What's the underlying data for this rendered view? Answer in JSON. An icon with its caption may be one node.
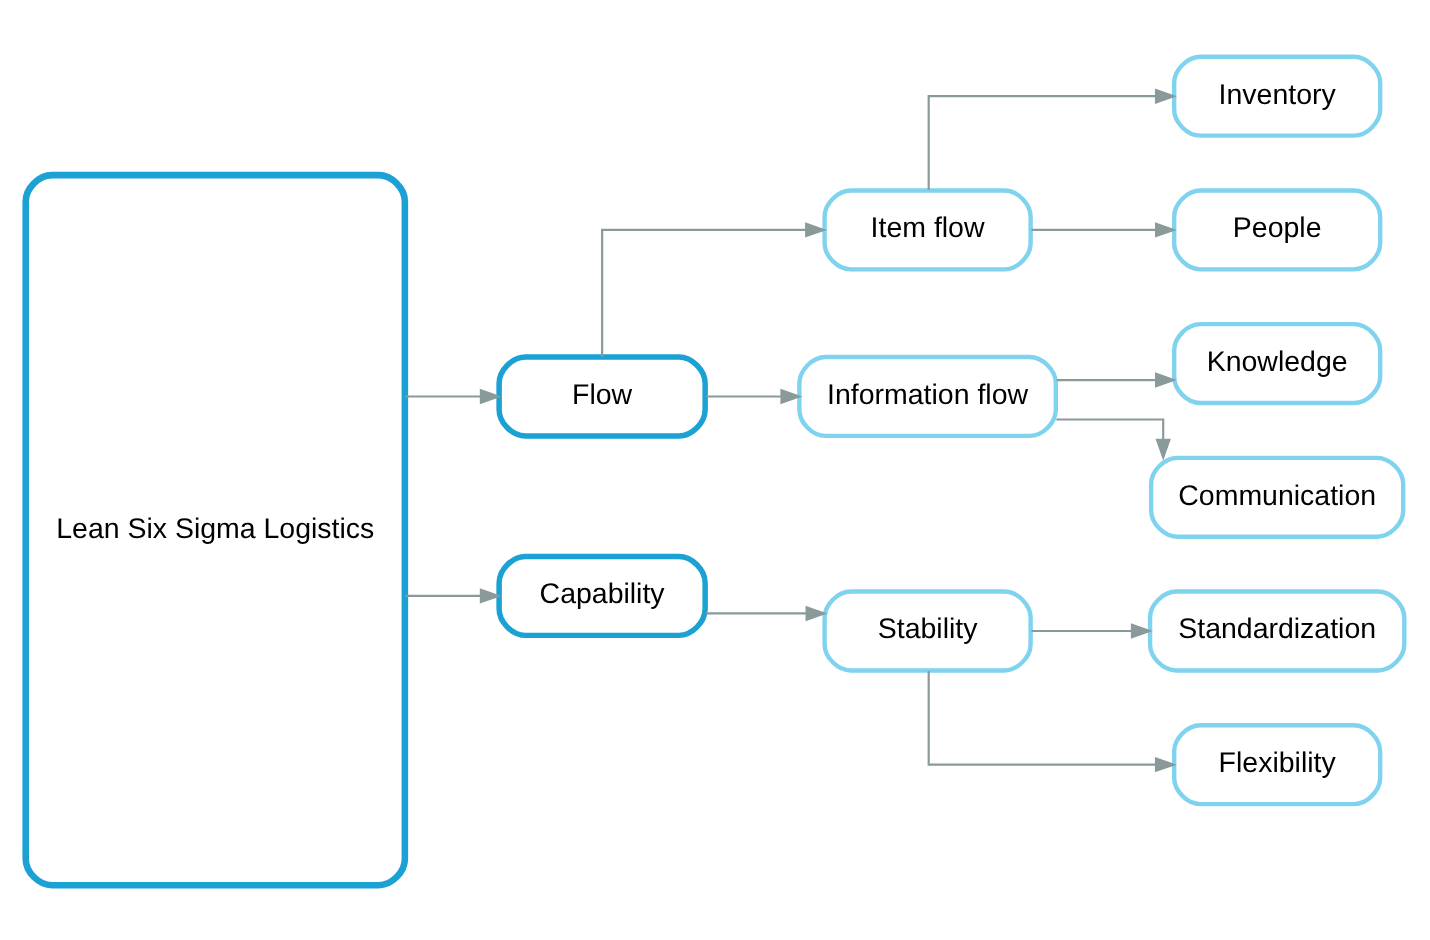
{
  "diagram": {
    "nodes": [
      {
        "text": [
          "Lean Six Sigma Logistics"
        ]
      },
      {
        "text": [
          "Flow"
        ]
      },
      {
        "text": [
          "Capability"
        ]
      },
      {
        "text": [
          "Item flow"
        ]
      },
      {
        "text": [
          "Information flow"
        ]
      },
      {
        "text": [
          "Stability"
        ]
      },
      {
        "text": [
          "Inventory"
        ]
      },
      {
        "text": [
          "People"
        ]
      },
      {
        "text": [
          "Knowledge"
        ]
      },
      {
        "text": [
          "Communication"
        ]
      },
      {
        "text": [
          "Standardization"
        ]
      },
      {
        "text": [
          "Flexibility"
        ]
      }
    ],
    "edges": [
      {
        "from": 0,
        "to": 1,
        "arrow": "to"
      },
      {
        "from": 0,
        "to": 2,
        "arrow": "to"
      },
      {
        "from": 1,
        "to": 3,
        "arrow": "to"
      },
      {
        "from": 1,
        "to": 4,
        "arrow": "to"
      },
      {
        "from": 2,
        "to": 5,
        "arrow": "to"
      },
      {
        "from": 3,
        "to": 6,
        "arrow": "to"
      },
      {
        "from": 3,
        "to": 7,
        "arrow": "to"
      },
      {
        "from": 4,
        "to": 8,
        "arrow": "to"
      },
      {
        "from": 4,
        "to": 9,
        "arrow": "to"
      },
      {
        "from": 5,
        "to": 10,
        "arrow": "to"
      },
      {
        "from": 5,
        "to": 11,
        "arrow": "to"
      }
    ]
  }
}
